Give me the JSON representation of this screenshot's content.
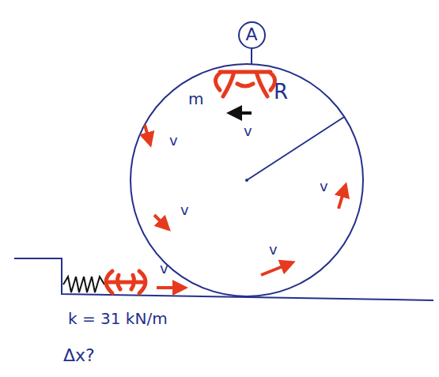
{
  "diagram": {
    "nodes": [
      {
        "text": [
          "A"
        ]
      }
    ],
    "labels": [
      "m",
      "v",
      "R",
      "v",
      "v",
      "v",
      "v",
      "v",
      "k = 31 kN/m",
      "Δx?"
    ]
  }
}
